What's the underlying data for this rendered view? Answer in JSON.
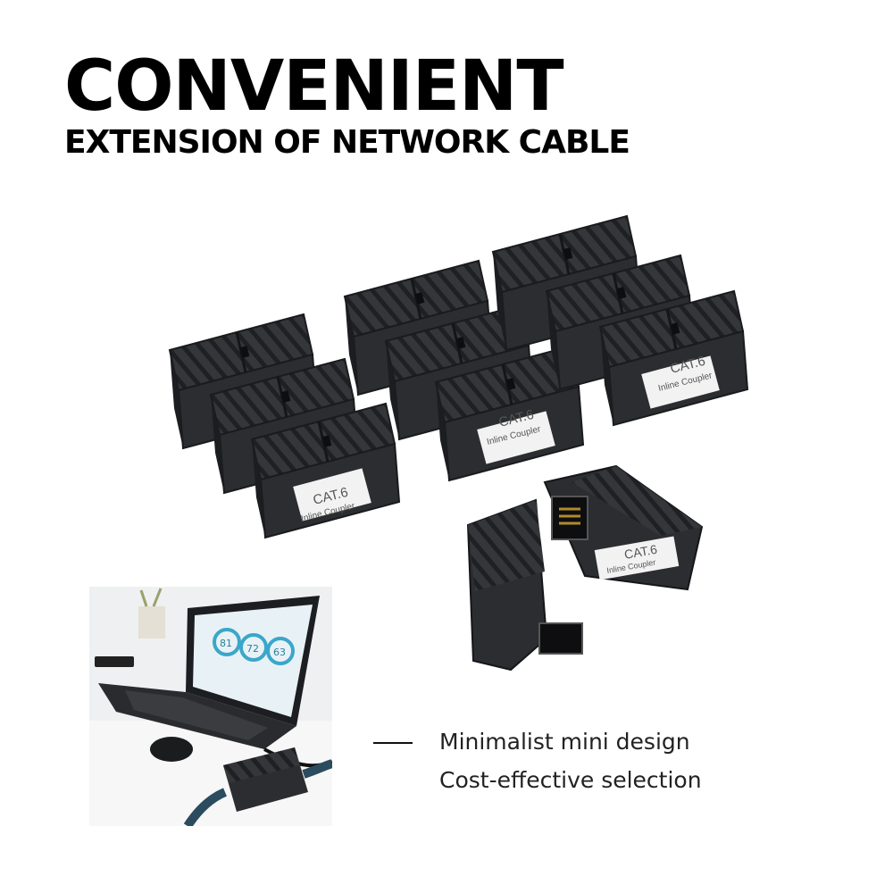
{
  "headline": "CONVENIENT",
  "subheadline": "EXTENSION OF NETWORK CABLE",
  "coupler_label": {
    "line1": "CAT.6",
    "line2": "Inline Coupler"
  },
  "laptop_screen": {
    "gauge1": "81",
    "gauge2": "72",
    "gauge3": "63"
  },
  "features": [
    "Minimalist mini design",
    "Cost-effective selection"
  ],
  "colors": {
    "coupler_body": "#2b2d30",
    "coupler_top": "#3a3c40",
    "label_bg": "#f2f2f2",
    "gauge_teal": "#3aa7c9"
  }
}
